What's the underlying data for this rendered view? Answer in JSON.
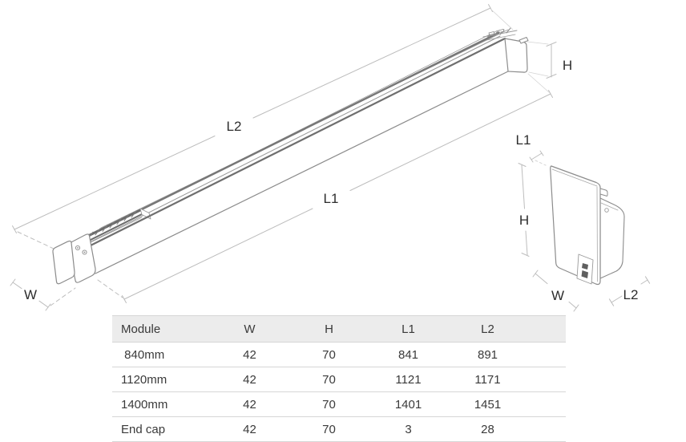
{
  "diagram": {
    "main_view": {
      "l2_label": "L2",
      "l1_label": "L1",
      "h_label": "H",
      "w_label": "W"
    },
    "end_cap_view": {
      "l1_label": "L1",
      "h_label": "H",
      "w_label": "W",
      "l2_label": "L2"
    }
  },
  "table": {
    "columns": [
      "Module",
      "W",
      "H",
      "L1",
      "L2"
    ],
    "rows": [
      [
        " 840mm",
        "42",
        "70",
        "841",
        "891"
      ],
      [
        "1120mm",
        "42",
        "70",
        "1121",
        "1171"
      ],
      [
        "1400mm",
        "42",
        "70",
        "1401",
        "1451"
      ],
      [
        "End cap",
        "42",
        "70",
        "3",
        "28"
      ]
    ]
  },
  "colors": {
    "header_bg": "#ececec",
    "table_border": "#d6d6d6",
    "text": "#3a3a3a",
    "outline_gray": "#8c8c8c",
    "dark_edge": "#6f6f6f",
    "dim_line": "#bdbdbd"
  }
}
